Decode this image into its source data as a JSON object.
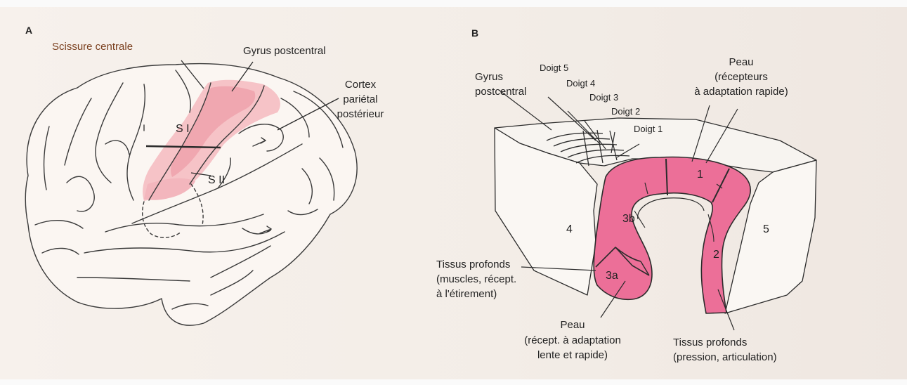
{
  "panel_a": {
    "letter": "A",
    "scissure_centrale": "Scissure centrale",
    "gyrus_postcentral": "Gyrus postcentral",
    "cortex_line1": "Cortex",
    "cortex_line2": "pariétal",
    "cortex_line3": "postérieur",
    "s1": "S I",
    "s2": "S II"
  },
  "panel_b": {
    "letter": "B",
    "gyrus_line1": "Gyrus",
    "gyrus_line2": "postcentral",
    "doigt5": "Doigt 5",
    "doigt4": "Doigt 4",
    "doigt3": "Doigt 3",
    "doigt2": "Doigt 2",
    "doigt1": "Doigt 1",
    "peau_top_line1": "Peau",
    "peau_top_line2": "(récepteurs",
    "peau_top_line3": "à adaptation rapide)",
    "tissus_left_line1": "Tissus profonds",
    "tissus_left_line2": "(muscles, récept.",
    "tissus_left_line3": "à l'étirement)",
    "peau_bottom_line1": "Peau",
    "peau_bottom_line2": "(récept. à adaptation",
    "peau_bottom_line3": "lente et rapide)",
    "tissus_right_line1": "Tissus profonds",
    "tissus_right_line2": "(pression, articulation)",
    "area_1": "1",
    "area_2": "2",
    "area_3a": "3a",
    "area_3b": "3b",
    "area_4": "4",
    "area_5": "5"
  },
  "colors": {
    "light_pink": "#f6c3c7",
    "mid_pink": "#f0a7b0",
    "strong_pink": "#ec6f98",
    "outline": "#2b2b2b",
    "brown_text": "#7a3f1e"
  }
}
